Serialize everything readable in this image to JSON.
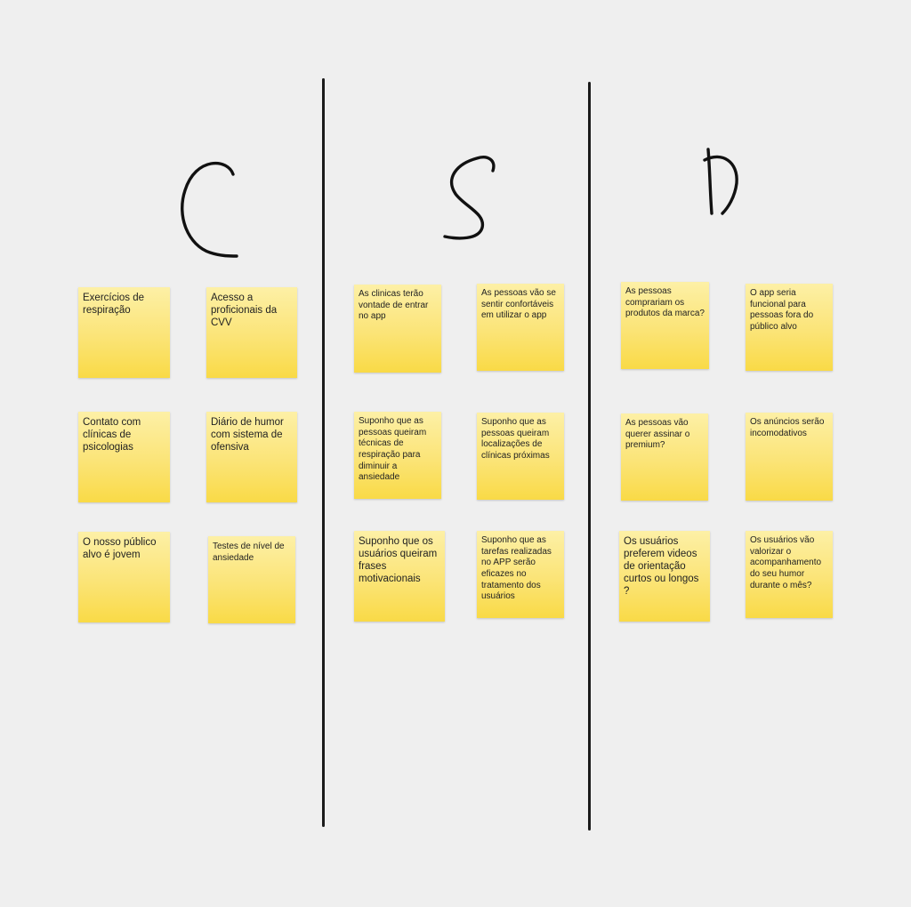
{
  "board": {
    "columns": [
      {
        "id": "c",
        "heading": "C",
        "notes": [
          "Exercícios de respiração",
          "Acesso a proficionais da CVV",
          "Contato com clínicas de psicologias",
          "Diário de humor com sistema de ofensiva",
          "O nosso público alvo é jovem",
          "Testes de nível de ansiedade"
        ]
      },
      {
        "id": "s",
        "heading": "S",
        "notes": [
          "As clinicas terão vontade de entrar no app",
          "As pessoas vão se sentir confortáveis em utilizar o app",
          "Suponho que as pessoas queiram técnicas de respiração para diminuir a ansiedade",
          "Suponho que as pessoas queiram localizações de clínicas próximas",
          "Suponho que os usuários queiram frases motivacionais",
          "Suponho que as tarefas realizadas no APP serão eficazes no tratamento dos usuários"
        ]
      },
      {
        "id": "d",
        "heading": "D",
        "notes": [
          "As pessoas comprariam os produtos da marca?",
          "O app seria funcional para pessoas fora do público alvo",
          "As pessoas vão querer assinar o premium?",
          "Os anúncios serão incomodativos",
          "Os usuários preferem videos de orientação curtos ou longos ?",
          "Os usuários vão valorizar o acompanhamento do seu humor durante o mês?"
        ]
      }
    ]
  },
  "colors": {
    "background": "#efefef",
    "sticky_note_top": "#fdf0a6",
    "sticky_note_bottom": "#f9da46",
    "ink": "#111111"
  }
}
